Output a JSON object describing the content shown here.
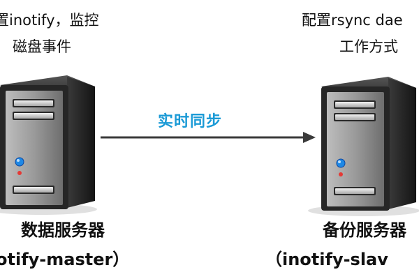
{
  "left_node": {
    "top_line1": "置inotify，监控",
    "top_line2": "磁盘事件",
    "bottom_line1": "数据服务器",
    "bottom_line2": "otify-master）"
  },
  "right_node": {
    "top_line1": "配置rsync dae",
    "top_line2": "工作方式",
    "bottom_line1": "备份服务器",
    "bottom_line2": "（inotify-slav"
  },
  "connector": {
    "label": "实时同步",
    "label_color": "#1a9ad6",
    "arrow_color": "#3a3a3a"
  },
  "server_icon": {
    "body_color": "#2b2b2b",
    "face_color": "#8f8f8f",
    "led_color": "#1e88e5"
  }
}
